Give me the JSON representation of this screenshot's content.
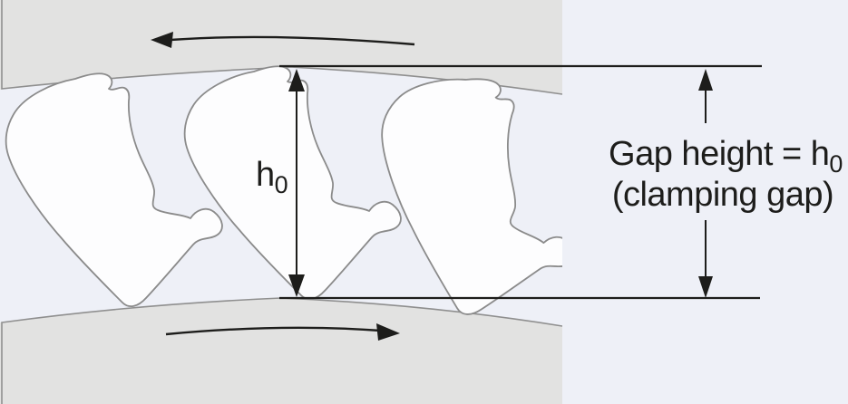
{
  "colors": {
    "background": "#eef0f7",
    "race_fill": "#e2e2e1",
    "race_edge": "#8f8f8f",
    "sprag_fill": "#fdfdfe",
    "sprag_outline": "#8b8b8b",
    "ink": "#1d1d1b"
  },
  "labels": {
    "gap_height_symbol": "h",
    "gap_height_symbol_sub": "0"
  },
  "annotation": {
    "line1": "Gap height = h",
    "line1_sub": "0",
    "line2": "(clamping gap)"
  },
  "motion": {
    "outer_race_arrow_direction": "left",
    "inner_race_arrow_direction": "right"
  }
}
